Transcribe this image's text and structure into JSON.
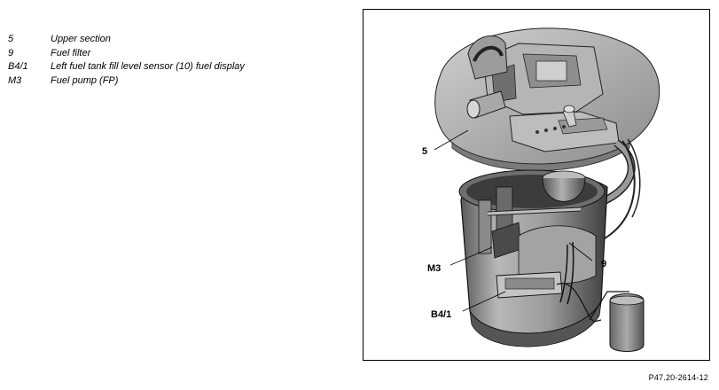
{
  "legend": [
    {
      "code": "5",
      "text": "Upper section"
    },
    {
      "code": "9",
      "text": "Fuel filter"
    },
    {
      "code": "B4/1",
      "text": "Left fuel tank fill level sensor (10) fuel display"
    },
    {
      "code": "M3",
      "text": "Fuel pump (FP)"
    }
  ],
  "figure": {
    "callouts": {
      "c5": "5",
      "c9": "9",
      "cM3": "M3",
      "cB41": "B4/1"
    },
    "colors": {
      "body_light": "#c8c8c8",
      "body_mid": "#9a9a9a",
      "body_dark": "#4a4a4a",
      "line": "#111111"
    }
  },
  "reference_id": "P47.20-2614-12"
}
